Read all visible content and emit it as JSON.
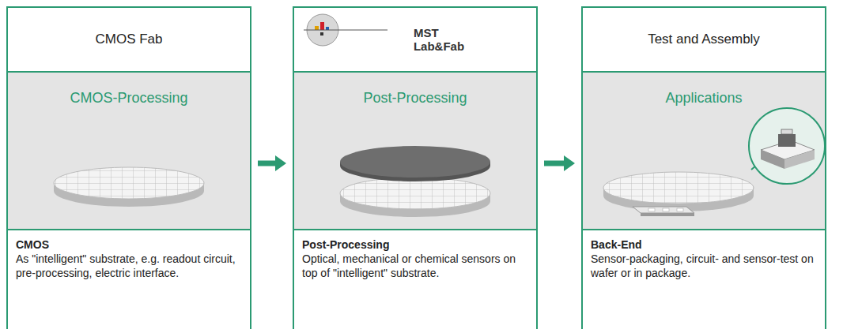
{
  "diagram": {
    "nodes": [
      {
        "text": [
          "CMOS Fab"
        ]
      },
      {
        "text": [
          "CMOS-Processing"
        ]
      },
      {
        "text": [
          "CMOS",
          "As \"intelligent\" substrate, e.g. readout circuit, pre-processing, electric interface."
        ]
      },
      {
        "text": [
          "MST Lab&Fab"
        ]
      },
      {
        "text": [
          "Post-Processing"
        ]
      },
      {
        "text": [
          "Post-Processing",
          "Optical, mechanical or chemical sensors on top of \"intelligent\" substrate."
        ]
      },
      {
        "text": [
          "Test and Assembly"
        ]
      },
      {
        "text": [
          "Applications"
        ]
      },
      {
        "text": [
          "Back-End",
          "Sensor-packaging, circuit- and sensor-test on wafer or in package."
        ]
      }
    ],
    "edges": [
      {
        "from": 1,
        "to": 4,
        "arrow": "to"
      },
      {
        "from": 4,
        "to": 7,
        "arrow": "to"
      }
    ]
  }
}
